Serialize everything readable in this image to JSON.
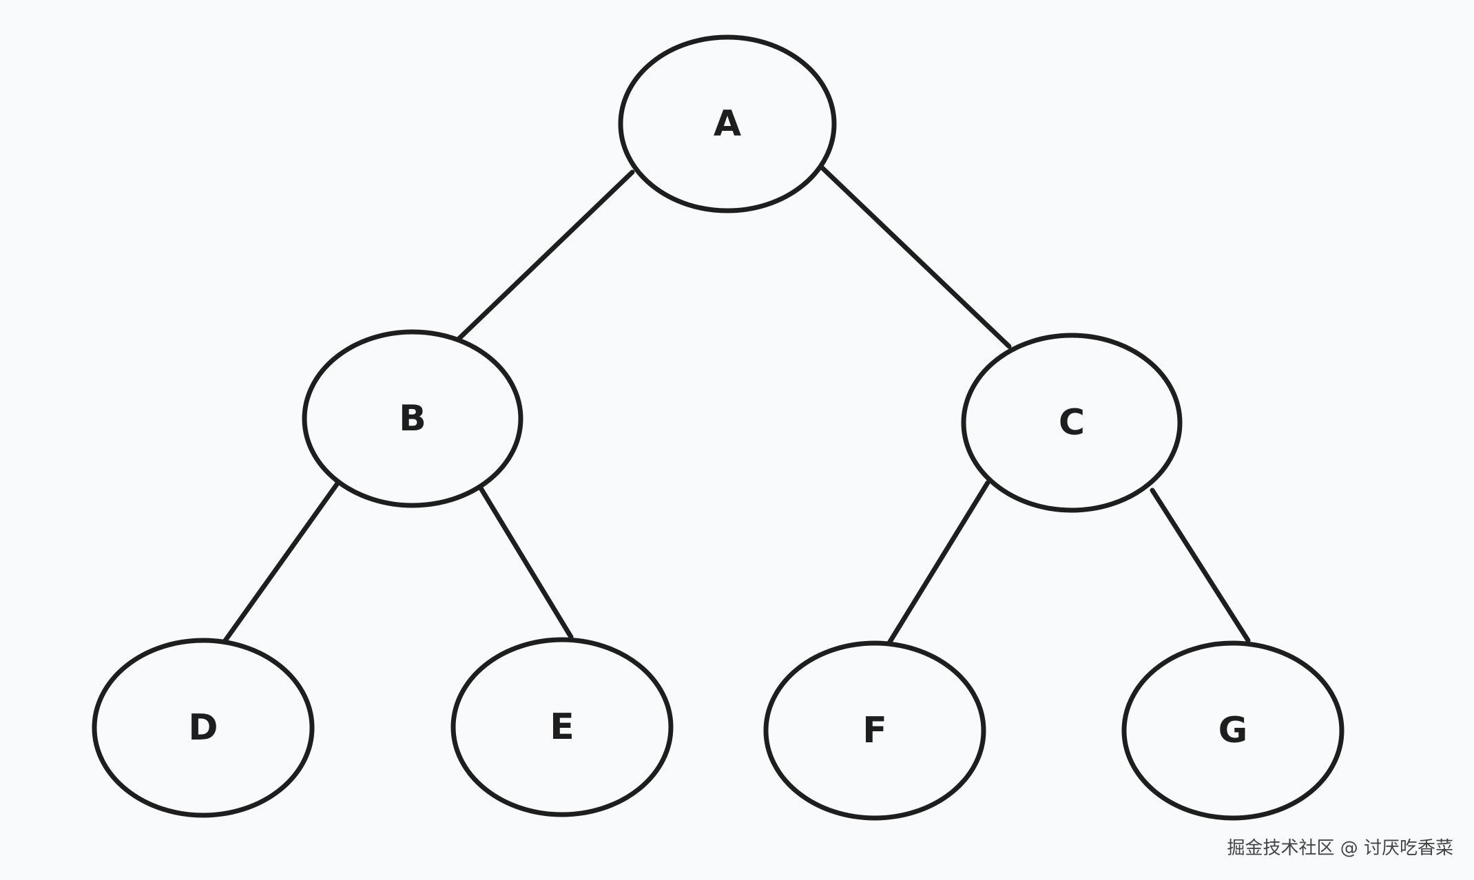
{
  "diagram": {
    "type": "binary-tree",
    "nodes": [
      {
        "id": "A",
        "label": "A"
      },
      {
        "id": "B",
        "label": "B"
      },
      {
        "id": "C",
        "label": "C"
      },
      {
        "id": "D",
        "label": "D"
      },
      {
        "id": "E",
        "label": "E"
      },
      {
        "id": "F",
        "label": "F"
      },
      {
        "id": "G",
        "label": "G"
      }
    ],
    "edges": [
      {
        "from": "A",
        "to": "B"
      },
      {
        "from": "A",
        "to": "C"
      },
      {
        "from": "B",
        "to": "D"
      },
      {
        "from": "B",
        "to": "E"
      },
      {
        "from": "C",
        "to": "F"
      },
      {
        "from": "C",
        "to": "G"
      }
    ],
    "colors": {
      "stroke": "#1e1e1e",
      "background": "#f9fafb"
    }
  },
  "watermark": "掘金技术社区 @ 讨厌吃香菜"
}
